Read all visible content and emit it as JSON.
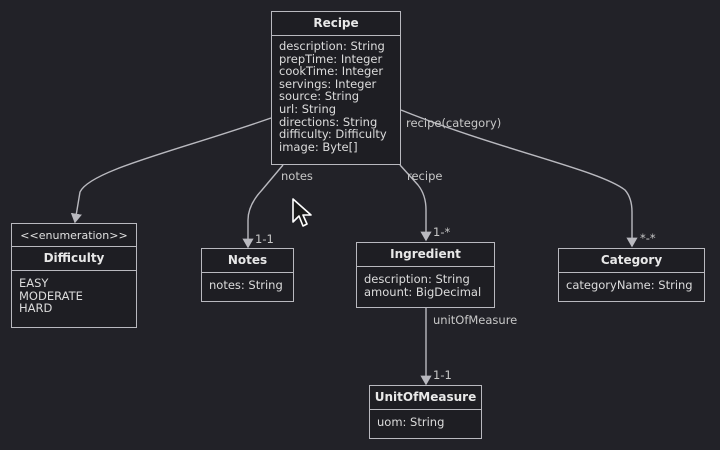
{
  "classes": {
    "recipe": {
      "name": "Recipe",
      "attributes": [
        "description: String",
        "prepTime: Integer",
        "cookTime: Integer",
        "servings: Integer",
        "source: String",
        "url: String",
        "directions: String",
        "difficulty: Difficulty",
        "image: Byte[]"
      ]
    },
    "difficulty": {
      "stereotype": "<<enumeration>>",
      "name": "Difficulty",
      "attributes": [
        "EASY",
        "MODERATE",
        "HARD"
      ]
    },
    "notes": {
      "name": "Notes",
      "attributes": [
        "notes: String"
      ]
    },
    "ingredient": {
      "name": "Ingredient",
      "attributes": [
        "description: String",
        "amount: BigDecimal"
      ]
    },
    "category": {
      "name": "Category",
      "attributes": [
        "categoryName: String"
      ]
    },
    "unitofmeasure": {
      "name": "UnitOfMeasure",
      "attributes": [
        "uom: String"
      ]
    }
  },
  "edges": {
    "recipe_notes": {
      "role": "notes",
      "multiplicity": "1-1"
    },
    "recipe_ingredient": {
      "role": "recipe",
      "multiplicity": "1-*"
    },
    "recipe_category": {
      "role": "recipe(category)",
      "multiplicity": "*-*"
    },
    "ingredient_uom": {
      "role": "unitOfMeasure",
      "multiplicity": "1-1"
    }
  },
  "colors": {
    "background": "#222228",
    "line": "#b9b9bf",
    "box": "#1e1e23",
    "text": "#d6d6d6"
  },
  "icons": {
    "cursor": "mouse-pointer-icon"
  }
}
